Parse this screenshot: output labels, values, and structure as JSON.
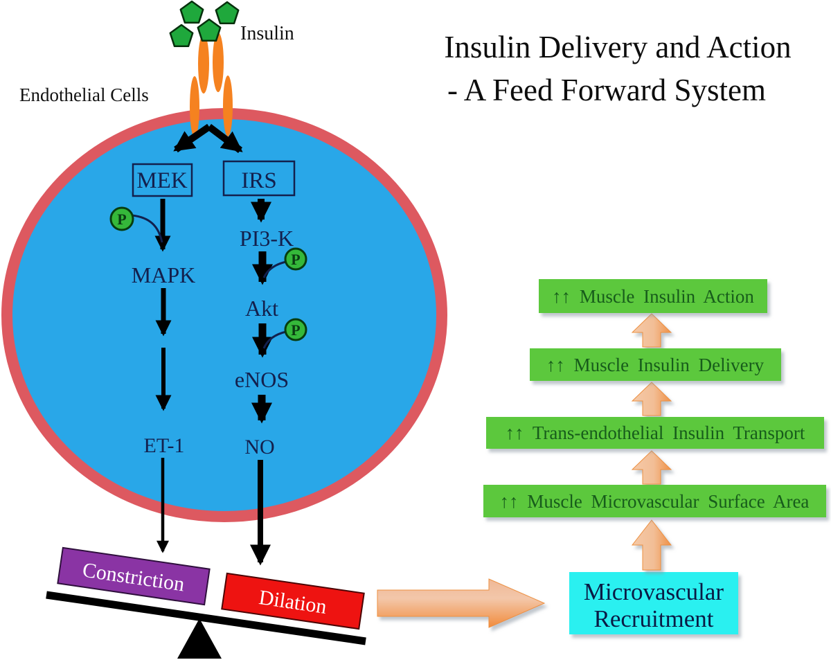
{
  "title": {
    "line1": "Insulin Delivery and Action",
    "line2": "- A Feed Forward System"
  },
  "labels": {
    "endothelial_cells": "Endothelial Cells",
    "insulin": "Insulin",
    "phosphate": "P"
  },
  "nodes": {
    "mek": "MEK",
    "irs": "IRS",
    "pi3k": "PI3-K",
    "mapk": "MAPK",
    "akt": "Akt",
    "enos": "eNOS",
    "et1": "ET-1",
    "no": "NO"
  },
  "seesaw": {
    "left": "Constriction",
    "right": "Dilation"
  },
  "recruitment": {
    "line1": "Microvascular",
    "line2": "Recruitment"
  },
  "cascade": [
    {
      "label": "↑↑ Muscle Microvascular Surface Area"
    },
    {
      "label": "↑↑ Trans-endothelial Insulin Transport"
    },
    {
      "label": "↑↑ Muscle Insulin Delivery"
    },
    {
      "label": "↑↑ Muscle Insulin Action"
    }
  ],
  "colors": {
    "cell_fill": "#29A7E8",
    "membrane": "#DD5960",
    "receptor_orange": "#F58220",
    "insulin_green": "#1FA83C",
    "phospho_green": "#35B83A",
    "cascade_green": "#5CC83E",
    "cascade_text_green": "#175C1B",
    "constriction_purple": "#8A34A4",
    "dilation_red": "#EE1311",
    "recruitment_cyan": "#2BF0F0",
    "pathway_text_navy": "#13204D",
    "arrow_black": "#000000",
    "orange_arrow_light": "#F5C9A8",
    "orange_arrow_dark": "#EF9147"
  }
}
